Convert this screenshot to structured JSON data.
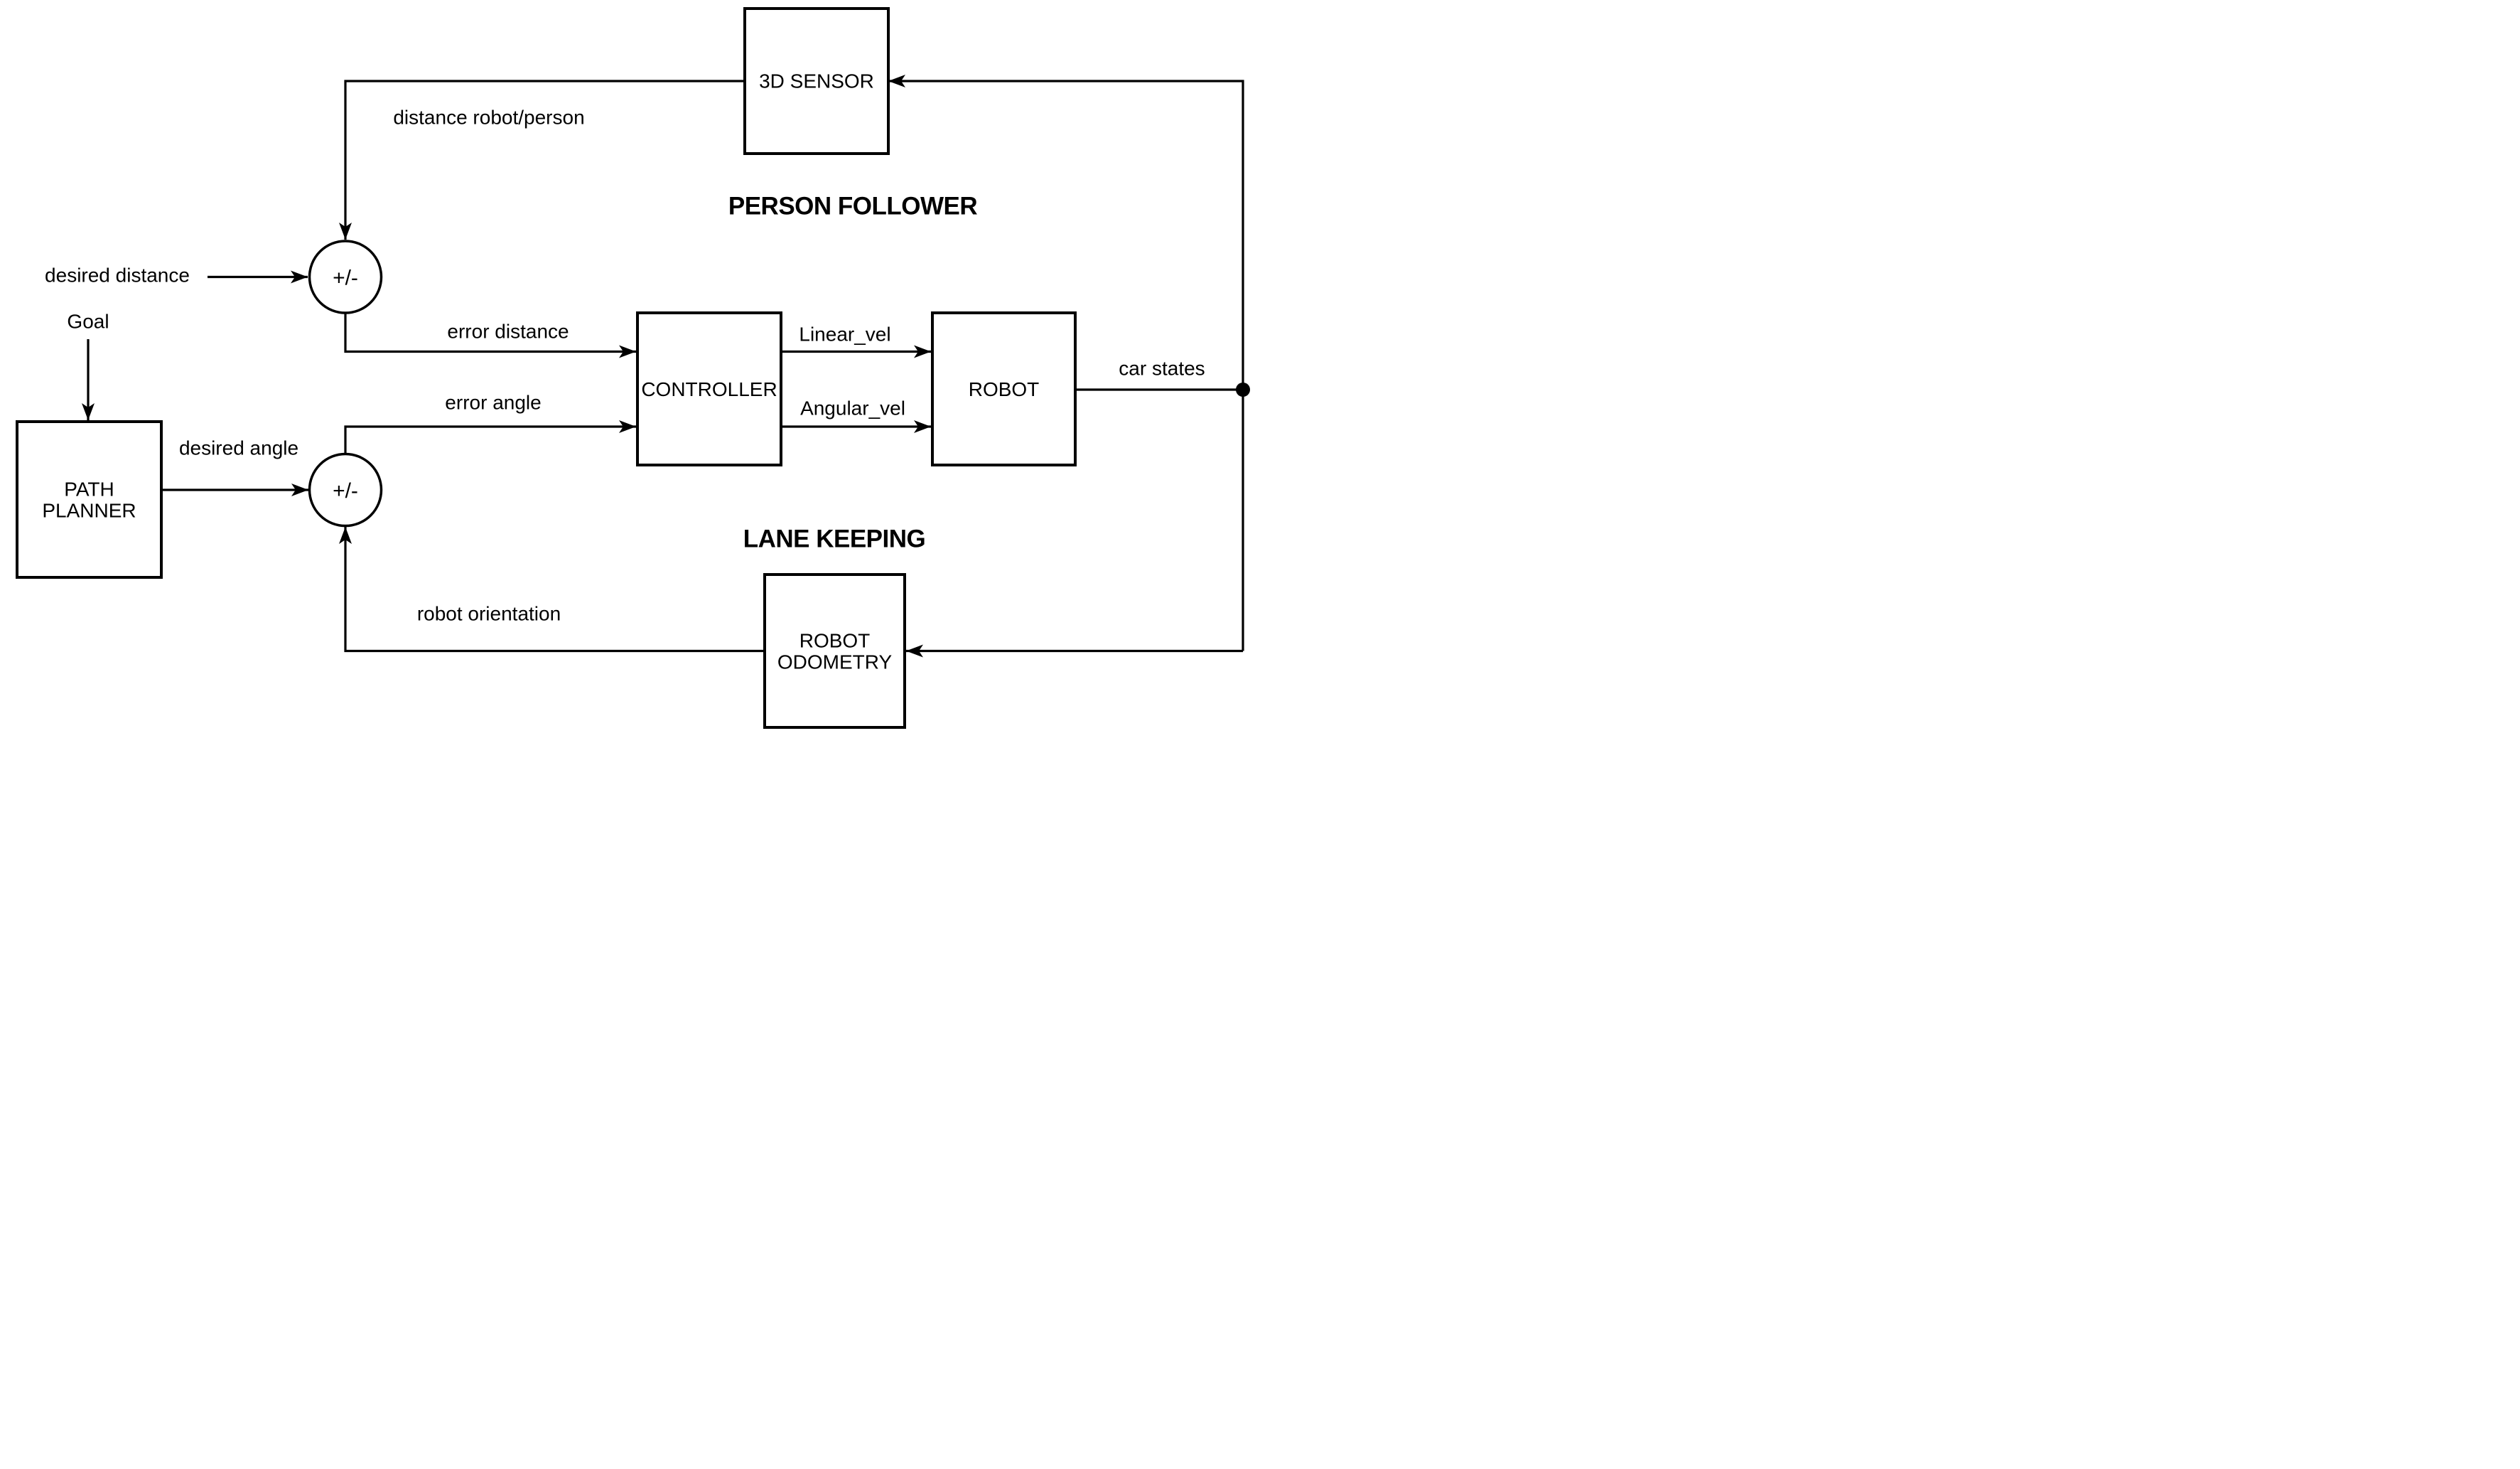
{
  "diagram": {
    "titles": {
      "person_follower": "PERSON FOLLOWER",
      "lane_keeping": "LANE KEEPING"
    },
    "blocks": {
      "sensor_3d": "3D SENSOR",
      "path_planner_line1": "PATH",
      "path_planner_line2": "PLANNER",
      "controller": "CONTROLLER",
      "robot": "ROBOT",
      "robot_odometry_line1": "ROBOT",
      "robot_odometry_line2": "ODOMETRY"
    },
    "junctions": {
      "sum_distance": "+/-",
      "sum_angle": "+/-"
    },
    "signal_labels": {
      "distance_robot_person": "distance robot/person",
      "desired_distance": "desired distance",
      "goal": "Goal",
      "desired_angle": "desired angle",
      "error_distance": "error distance",
      "error_angle": "error angle",
      "linear_vel": "Linear_vel",
      "angular_vel": "Angular_vel",
      "car_states": "car states",
      "robot_orientation": "robot orientation"
    },
    "colors": {
      "line": "#000000",
      "background": "#ffffff"
    }
  }
}
